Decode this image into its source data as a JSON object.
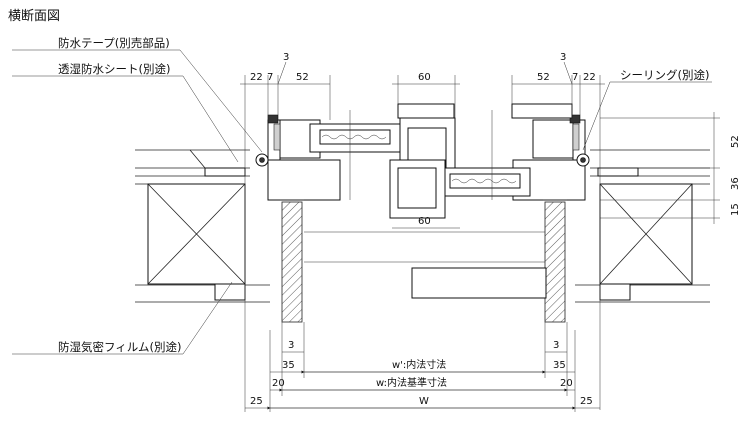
{
  "title": "横断面図",
  "callouts": {
    "waterproof_tape": "防水テープ(別売部品)",
    "breathable_sheet": "透湿防水シート(別途)",
    "sealing": "シーリング(別途)",
    "vapor_film": "防湿気密フィルム(別途)"
  },
  "dims_top_left": [
    "22",
    "7",
    "52",
    "3"
  ],
  "dims_top_right": [
    "52",
    "7",
    "22",
    "3"
  ],
  "dim_top_center": "60",
  "dim_mid_center": "60",
  "dims_right_side": [
    "52",
    "36",
    "15"
  ],
  "dims_bottom": {
    "left_3": "3",
    "right_3": "3",
    "left_35": "35",
    "right_35": "35",
    "left_20": "20",
    "right_20": "20",
    "left_25": "25",
    "right_25": "25",
    "w_prime": "w':内法寸法",
    "w_base": "w:内法基準寸法",
    "W": "W"
  }
}
